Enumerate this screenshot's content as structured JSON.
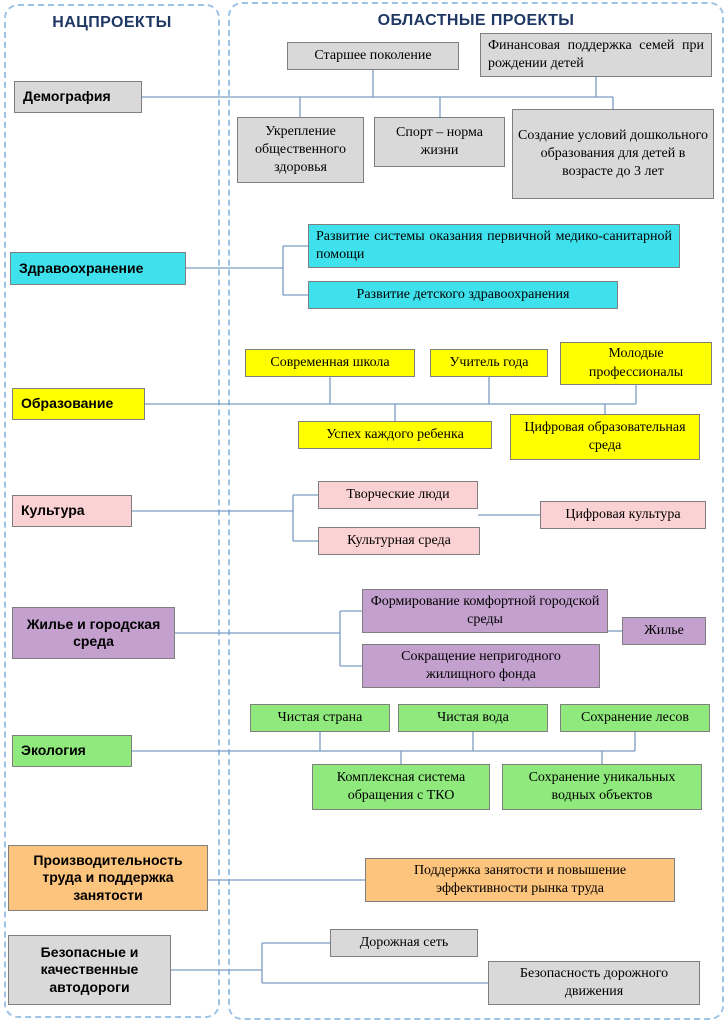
{
  "left_panel": {
    "title": "НАЦПРОЕКТЫ"
  },
  "right_panel": {
    "title": "ОБЛАСТНЫЕ ПРОЕКТЫ"
  },
  "title_color": "#1f3864",
  "connector_color": "#7c9cc4",
  "groups": [
    {
      "category": "Демография",
      "color": "#d9d9d9",
      "projects": [
        "Старшее поколение",
        "Финансовая поддержка семей при рождении детей",
        "Укрепление общественного здоровья",
        "Спорт – норма жизни",
        "Создание условий дошкольного образования для детей в возрасте до 3 лет"
      ]
    },
    {
      "category": "Здравоохранение",
      "color": "#3fe1ec",
      "projects": [
        "Развитие системы оказания первичной медико-санитарной помощи",
        "Развитие детского здравоохранения"
      ]
    },
    {
      "category": "Образование",
      "color": "#ffff00",
      "projects": [
        "Современная школа",
        "Учитель года",
        "Молодые профессионалы",
        "Успех каждого ребенка",
        "Цифровая образовательная среда"
      ]
    },
    {
      "category": "Культура",
      "color": "#fbd2d3",
      "projects": [
        "Творческие люди",
        "Культурная среда",
        "Цифровая культура"
      ]
    },
    {
      "category": "Жилье и городская среда",
      "color": "#c3a0ce",
      "projects": [
        "Формирование комфортной городской среды",
        "Сокращение непригодного жилищного фонда",
        "Жилье"
      ]
    },
    {
      "category": "Экология",
      "color": "#8fe97c",
      "projects": [
        "Чистая страна",
        "Чистая вода",
        "Сохранение лесов",
        "Комплексная система обращения с ТКО",
        "Сохранение уникальных водных объектов"
      ]
    },
    {
      "category": "Производительность труда и поддержка занятости",
      "color": "#fcc47c",
      "projects": [
        "Поддержка занятости и повышение эффективности рынка труда"
      ]
    },
    {
      "category": "Безопасные и качественные автодороги",
      "color": "#d9d9d9",
      "projects": [
        "Дорожная сеть",
        "Безопасность дорожного движения"
      ]
    }
  ]
}
